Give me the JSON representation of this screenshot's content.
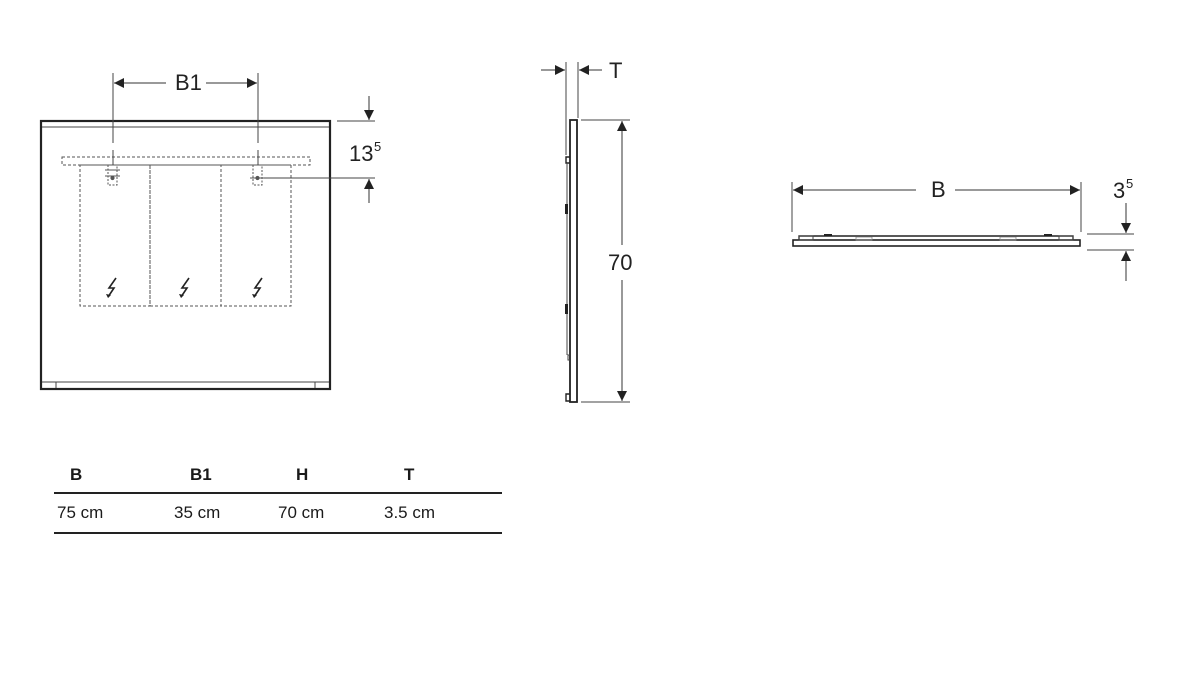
{
  "drawing": {
    "front_view": {
      "dimension_b1_label": "B1",
      "dimension_offset_main": "13",
      "dimension_offset_sup": "5",
      "compartments": 3,
      "power_symbol": "lightning-bolt-icon"
    },
    "side_view": {
      "dimension_t_label": "T",
      "dimension_height_label": "70"
    },
    "top_view": {
      "dimension_b_label": "B",
      "dimension_depth_main": "3",
      "dimension_depth_sup": "5"
    },
    "line_color": "#222222",
    "hidden_line_color": "#555555"
  },
  "spec_table": {
    "headers": [
      "B",
      "B1",
      "H",
      "T"
    ],
    "values": [
      "75 cm",
      "35 cm",
      "70 cm",
      "3.5 cm"
    ]
  }
}
